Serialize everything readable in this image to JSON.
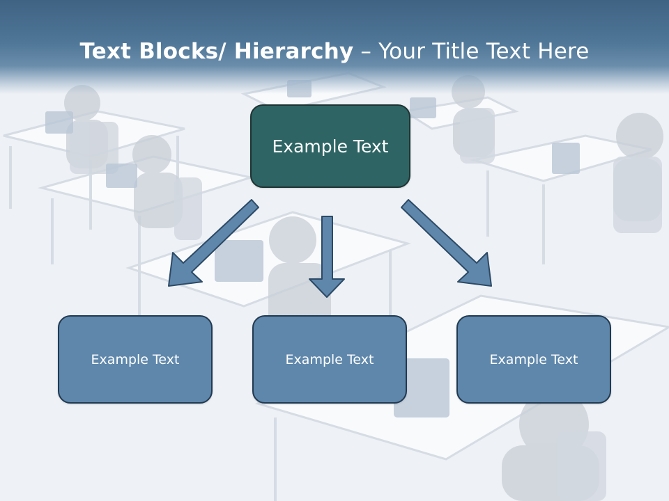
{
  "slide": {
    "title_bold": "Text Blocks/ Hierarchy",
    "title_rest": " – Your Title Text Here"
  },
  "hierarchy": {
    "top": {
      "label": "Example Text"
    },
    "children": [
      {
        "label": "Example Text"
      },
      {
        "label": "Example Text"
      },
      {
        "label": "Example Text"
      }
    ]
  },
  "colors": {
    "title_bar": "#4f7697",
    "top_box_fill": "#2e6464",
    "child_box_fill": "#5e87ab",
    "arrow_fill": "#5f87ab",
    "arrow_stroke": "#2c4a66",
    "text": "#ffffff"
  }
}
